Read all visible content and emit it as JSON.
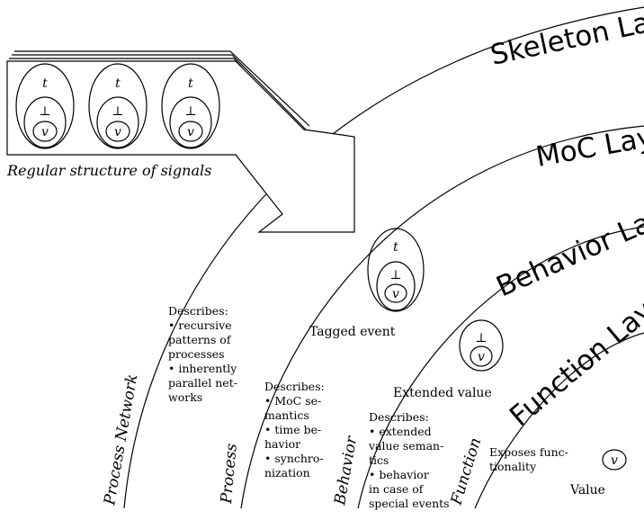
{
  "layers": {
    "skeleton": "Skeleton Layer",
    "moc": "MoC Layer",
    "behavior": "Behavior Layer",
    "function": "Function Layer"
  },
  "signals_caption": "Regular structure of signals",
  "event_symbols": {
    "tag": "t",
    "bottom": "⊥",
    "value": "v"
  },
  "curve_labels": {
    "process_network": "Process Network",
    "process": "Process",
    "behavior": "Behavior",
    "function": "Function"
  },
  "skeleton_describes": [
    "Describes:",
    "• recursive",
    "patterns of",
    "processes",
    "• inherently",
    "parallel net-",
    "works"
  ],
  "moc_describes": [
    "Describes:",
    "• MoC se-",
    "mantics",
    "• time be-",
    "havior",
    "• synchro-",
    "nization"
  ],
  "behavior_describes": [
    "Describes:",
    "• extended",
    "value seman-",
    "tics",
    "• behavior",
    "in case of",
    "special events"
  ],
  "function_describes": [
    "Exposes func-",
    "tionality"
  ],
  "tagged_event_label": "Tagged event",
  "extended_value_label": "Extended value",
  "value_label": "Value"
}
